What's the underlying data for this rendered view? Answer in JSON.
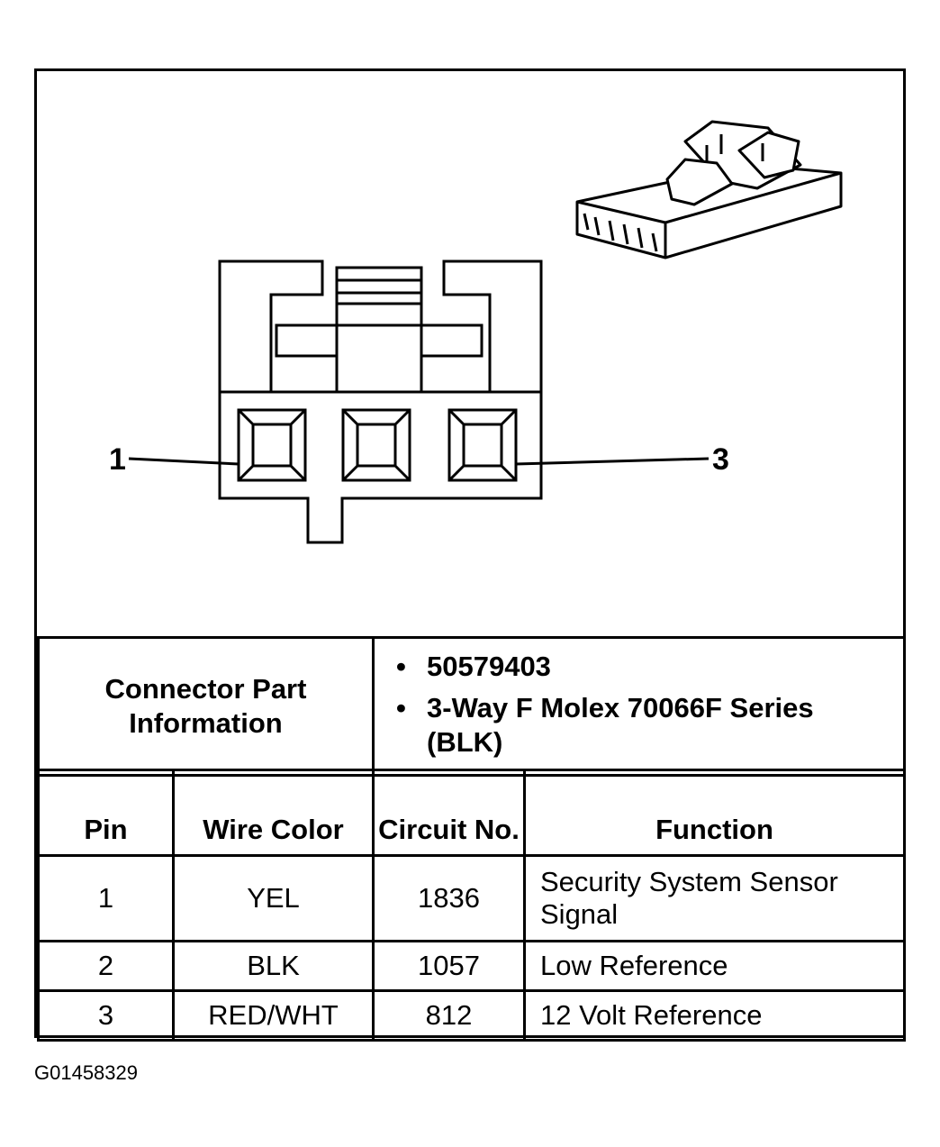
{
  "diagram": {
    "pin_labels": {
      "left": "1",
      "right": "3"
    }
  },
  "connector_info": {
    "label": "Connector Part Information",
    "items": [
      "50579403",
      "3-Way F Molex 70066F Series (BLK)"
    ]
  },
  "pin_table": {
    "headers": [
      "Pin",
      "Wire Color",
      "Circuit No.",
      "Function"
    ],
    "rows": [
      {
        "pin": "1",
        "wire_color": "YEL",
        "circuit": "1836",
        "function": "Security System Sensor Signal"
      },
      {
        "pin": "2",
        "wire_color": "BLK",
        "circuit": "1057",
        "function": "Low Reference"
      },
      {
        "pin": "3",
        "wire_color": "RED/WHT",
        "circuit": "812",
        "function": "12 Volt Reference"
      }
    ]
  },
  "footer": {
    "code": "G01458329"
  },
  "colors": {
    "ink": "#000000",
    "paper": "#ffffff"
  }
}
